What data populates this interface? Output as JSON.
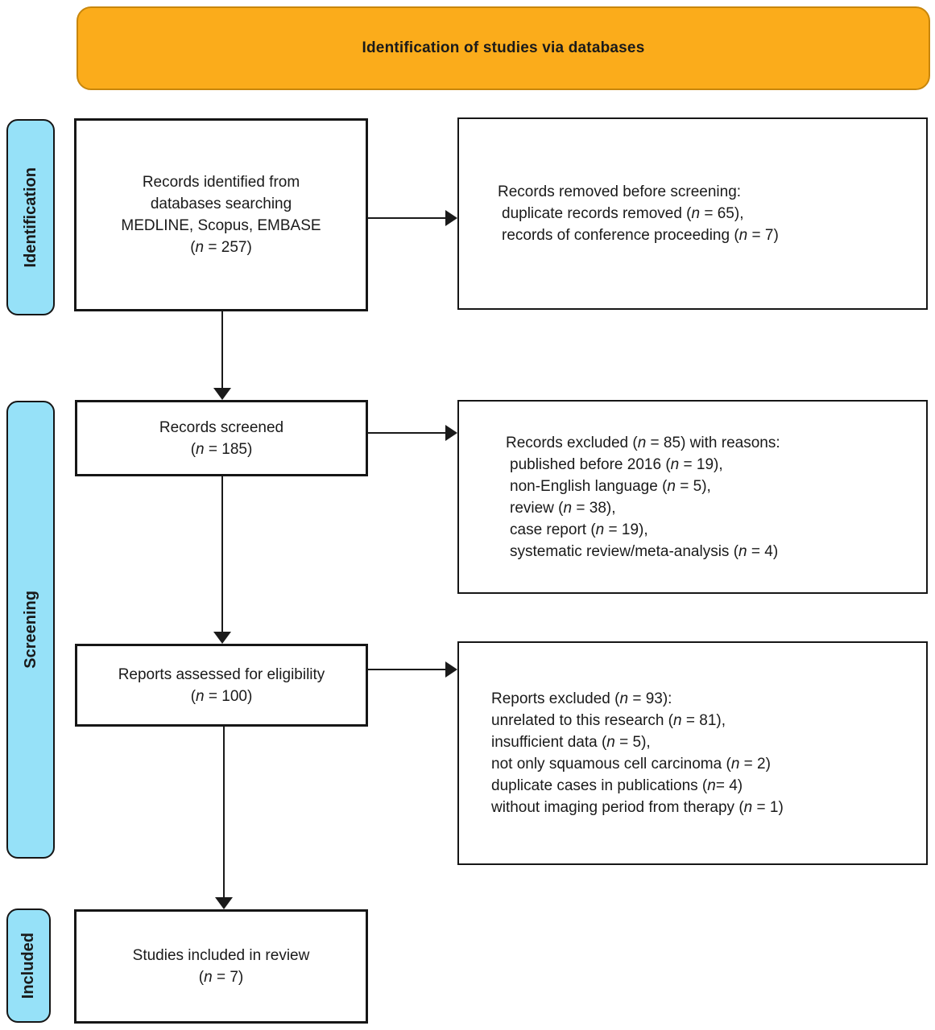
{
  "banner": {
    "title": "Identification of studies via databases"
  },
  "stages": [
    {
      "label": "Identification"
    },
    {
      "label": "Screening"
    },
    {
      "label": "Included"
    }
  ],
  "boxes": {
    "identified": {
      "lines": [
        "Records identified from",
        "databases searching",
        "MEDLINE, Scopus, EMBASE",
        "(n = 257)"
      ]
    },
    "removed": {
      "lines": [
        "Records removed before screening:",
        "duplicate records removed (n = 65),",
        "records of conference proceeding (n = 7)"
      ]
    },
    "screened": {
      "lines": [
        "Records screened",
        "(n = 185)"
      ]
    },
    "excluded": {
      "lines": [
        "Records excluded (n = 85) with reasons:",
        "published before 2016 (n = 19),",
        "non-English language (n = 5),",
        "review (n = 38),",
        "case report (n = 19),",
        "systematic review/meta-analysis (n = 4)"
      ]
    },
    "assessed": {
      "lines": [
        "Reports assessed for eligibility",
        "(n = 100)"
      ]
    },
    "reports_excluded": {
      "lines": [
        "Reports excluded (n = 93):",
        "unrelated to this research (n = 81),",
        "insufficient data (n = 5),",
        "not only squamous cell carcinoma (n = 2)",
        "duplicate cases in publications (n= 4)",
        "without imaging period from therapy (n = 1)"
      ]
    },
    "included": {
      "lines": [
        "Studies included in review",
        "(n = 7)"
      ]
    }
  },
  "colors": {
    "banner_fill": "#FBAC1B",
    "banner_border": "#C8860B",
    "stage_fill": "#96E1F8",
    "box_border": "#161616",
    "text_color": "#1A1A1A",
    "arrow_color": "#1A1A1A"
  }
}
